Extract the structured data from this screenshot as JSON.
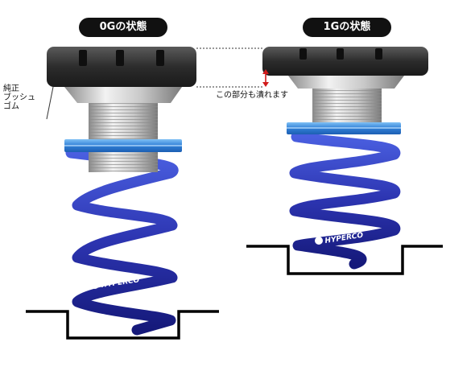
{
  "panels": {
    "left": {
      "title": "0Gの状態",
      "spring_brand": "HYPERCO"
    },
    "right": {
      "title": "1Gの状態",
      "spring_brand": "HYPERCO"
    }
  },
  "annotations": {
    "bushing_label_lines": [
      "純正",
      "ブッシュ",
      "ゴム"
    ],
    "crush_note": "この部分も潰れます"
  },
  "colors": {
    "spring": "#2a3aa8",
    "seat": "#3f86e0",
    "mount": "#3a3a3a",
    "body": "#c8c8c8",
    "arrow": "#d11a1a"
  }
}
